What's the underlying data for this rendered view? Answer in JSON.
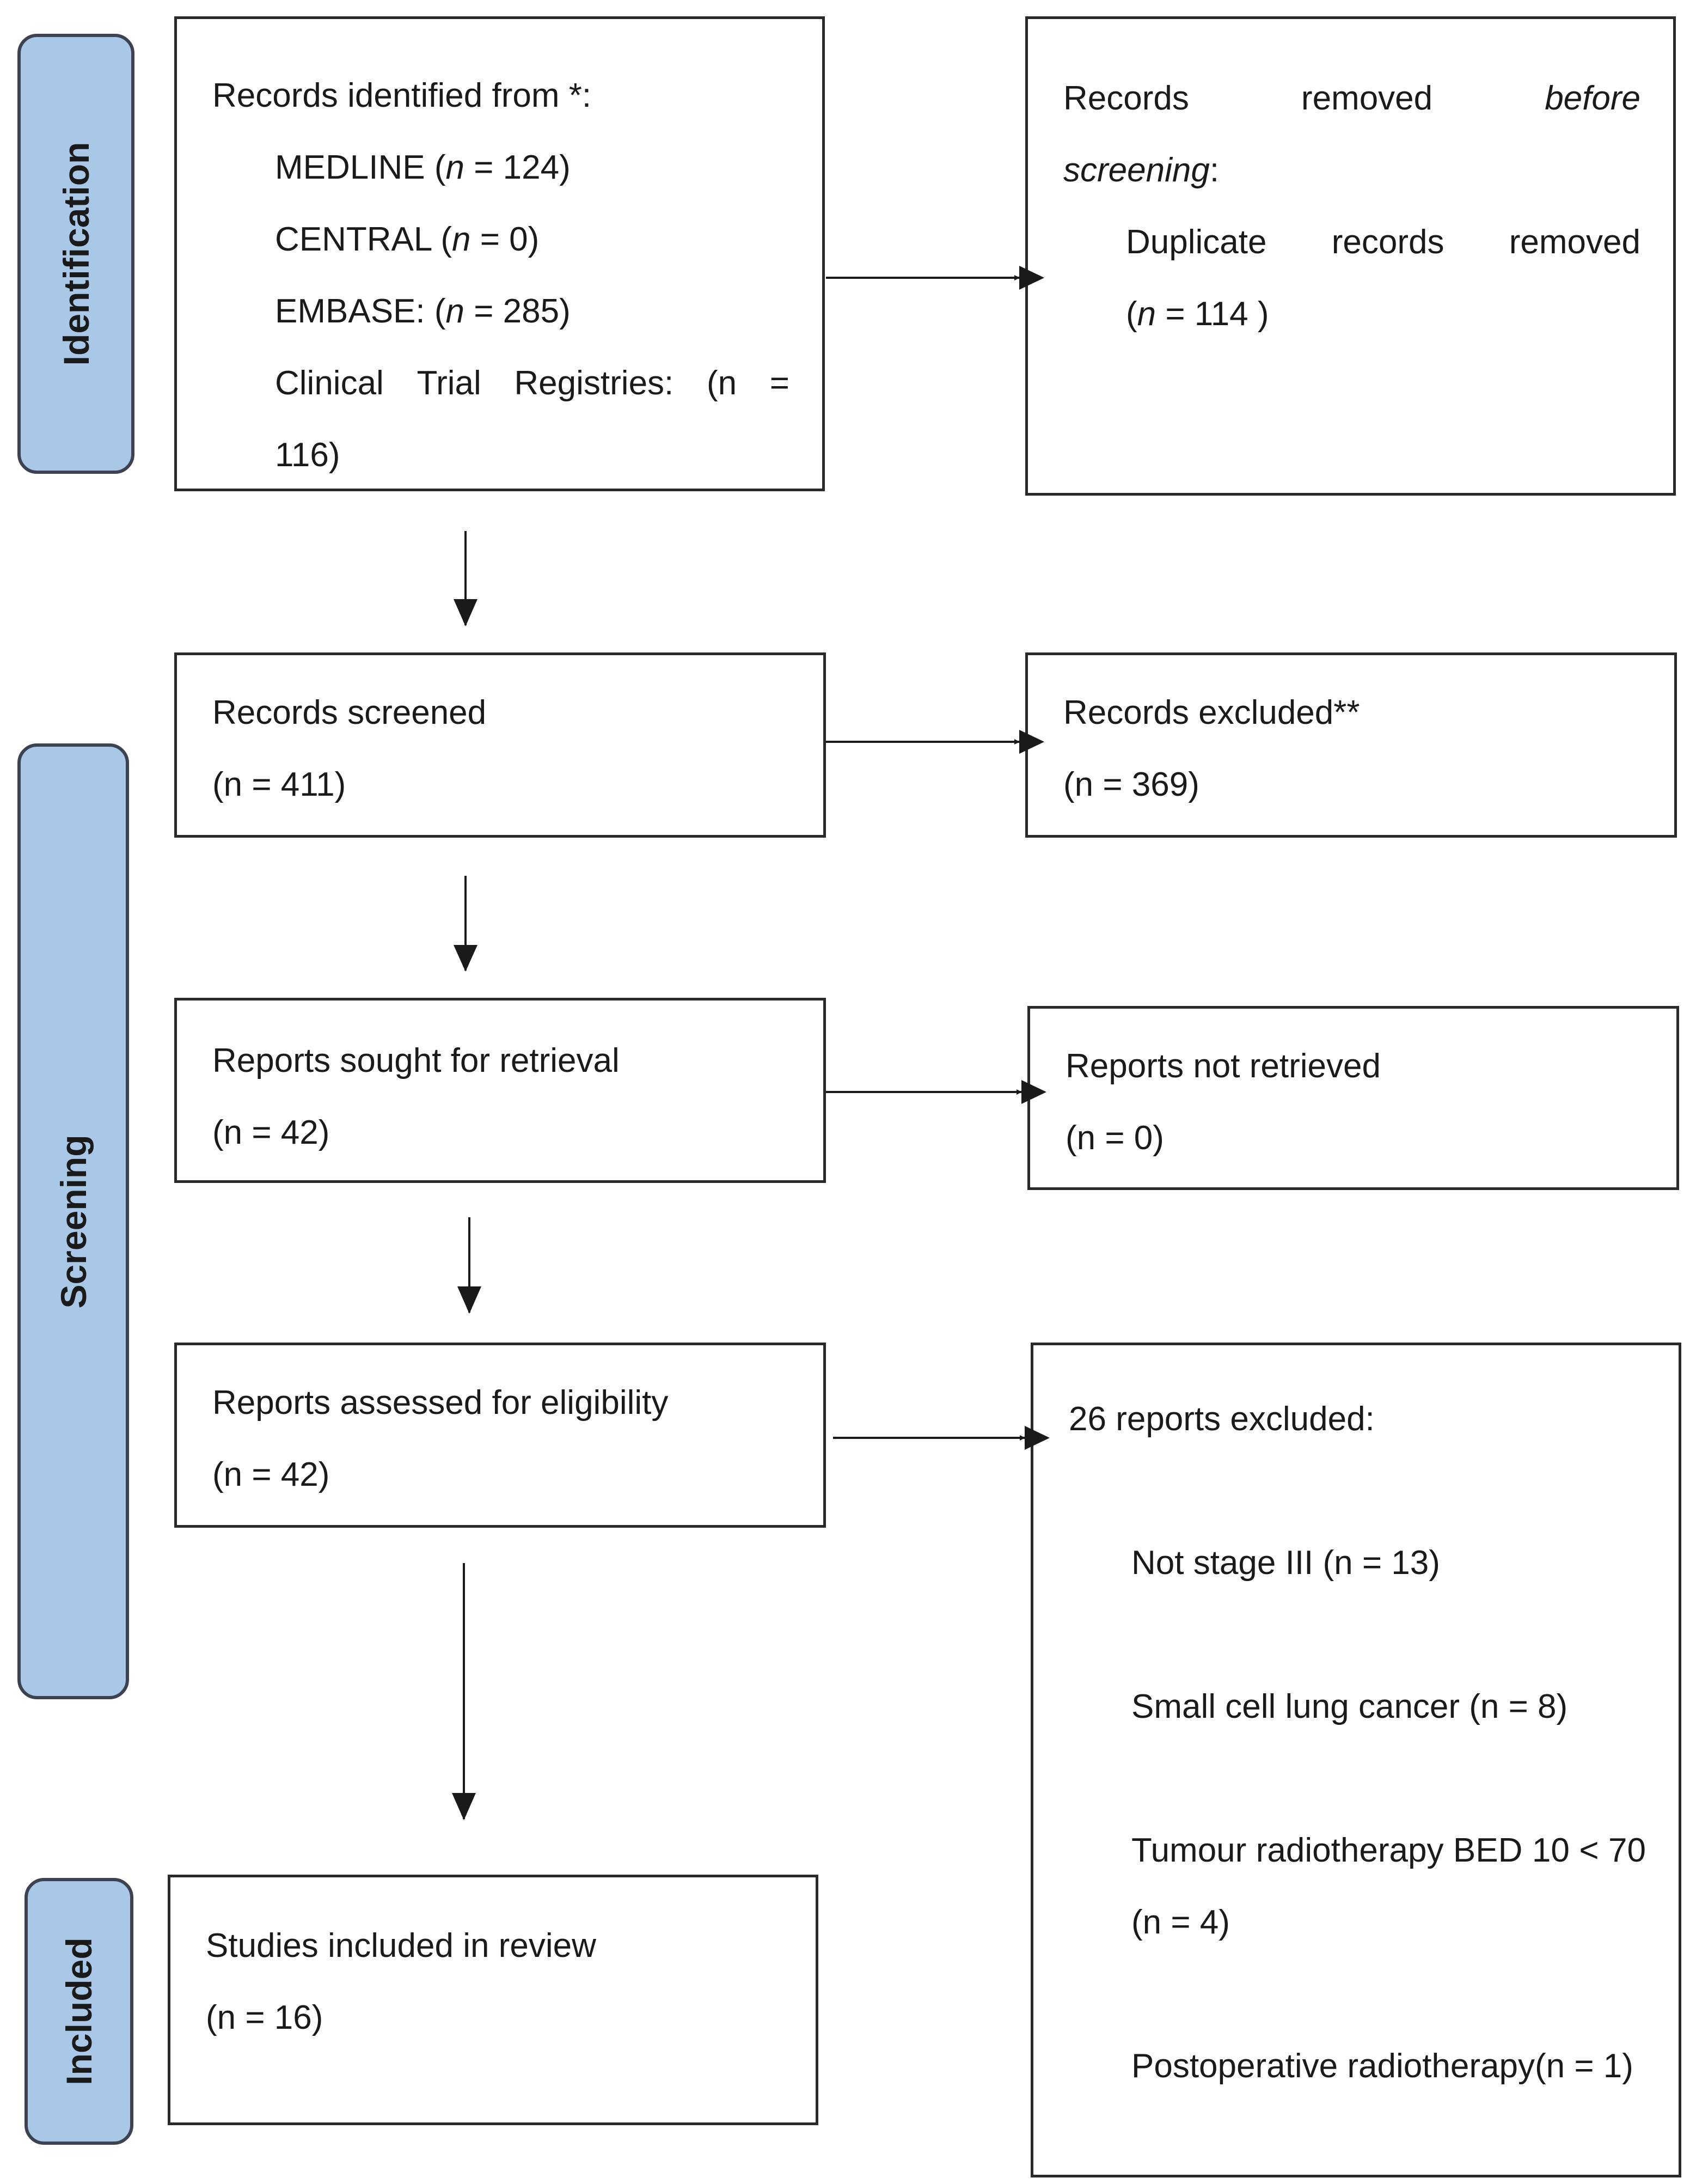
{
  "phases": {
    "identification": "Identification",
    "screening": "Screening",
    "included": "Included"
  },
  "identification": {
    "heading": "Records identified from *:",
    "sources": [
      {
        "name": "MEDLINE",
        "n_label": "n",
        "n_value": "= 124)"
      },
      {
        "name": "CENTRAL",
        "n_label": "n",
        "n_value": "= 0)"
      },
      {
        "name": "EMBASE:",
        "n_label": "n",
        "n_value": "= 285)"
      }
    ],
    "registries_line1": "Clinical Trial Registries: (n =",
    "registries_line2": "116)"
  },
  "removed": {
    "heading_words": [
      "Records",
      "removed"
    ],
    "heading_italic": "before",
    "heading_line2": "screening",
    "heading_line2_tail": ":",
    "duplicate_words": [
      "Duplicate",
      "records",
      "removed"
    ],
    "duplicate_n_label": "n",
    "duplicate_n_value": "= 114 )"
  },
  "screened": {
    "label": "Records screened",
    "count": "(n = 411)"
  },
  "excluded": {
    "label": "Records excluded**",
    "count": "(n = 369)"
  },
  "sought": {
    "label": "Reports sought for retrieval",
    "count": "(n = 42)"
  },
  "not_retrieved": {
    "label": "Reports not retrieved",
    "count": "(n = 0)"
  },
  "assessed": {
    "label": "Reports assessed for eligibility",
    "count": "(n = 42)"
  },
  "reasons": {
    "heading": "26 reports excluded:",
    "items": [
      "Not stage III (n = 13)",
      "Small cell lung cancer (n = 8)",
      "Tumour radiotherapy BED 10 < 70 (n = 4)",
      "Postoperative radiotherapy(n = 1)"
    ]
  },
  "included": {
    "label": "Studies included in review",
    "count": "(n = 16)"
  }
}
